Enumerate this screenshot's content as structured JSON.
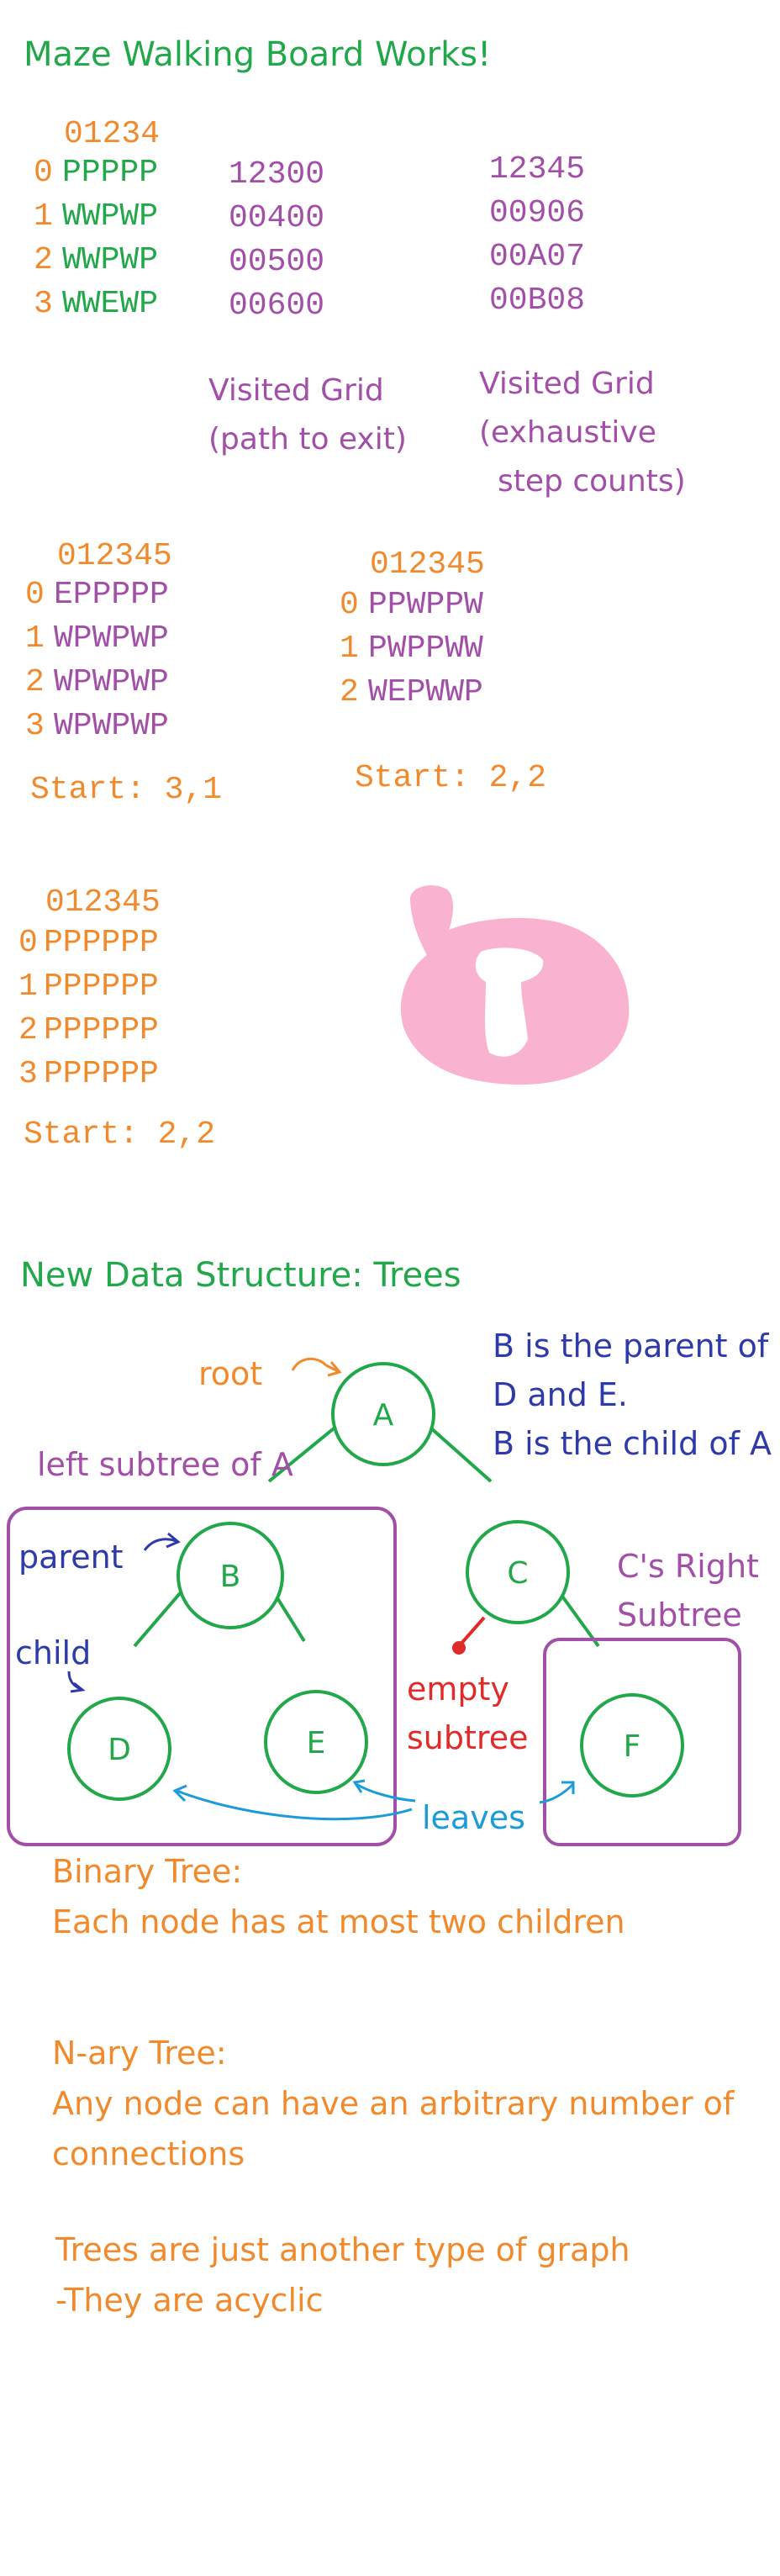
{
  "colors": {
    "green": "#22a74a",
    "orange": "#f08a2c",
    "purple": "#a24fa8",
    "blue": "#2e3aa8",
    "cyan": "#1b9bd8",
    "red": "#e02b2b",
    "pink": "#f9b2cf"
  },
  "maze": {
    "title": "Maze Walking Board Works!",
    "board": {
      "col_header": "01234",
      "row_labels": [
        "0",
        "1",
        "2",
        "3"
      ],
      "rows": [
        "PPPPP",
        "WWPWP",
        "WWPWP",
        "WWEWP"
      ]
    },
    "visited_path": {
      "rows": [
        "12300",
        "00400",
        "00500",
        "00600"
      ],
      "caption_line1": "Visited Grid",
      "caption_line2": "(path to exit)"
    },
    "visited_exhaustive": {
      "rows": [
        "12345",
        "00906",
        "00A07",
        "00B08"
      ],
      "caption_line1": "Visited Grid",
      "caption_line2": "(exhaustive",
      "caption_line3": "step counts)"
    }
  },
  "grids": {
    "grid_a": {
      "col_header": "012345",
      "row_labels": [
        "0",
        "1",
        "2",
        "3"
      ],
      "rows": [
        "EPPPPP",
        "WPWPWP",
        "WPWPWP",
        "WPWPWP"
      ],
      "start": "Start: 3,1"
    },
    "grid_b": {
      "col_header": "012345",
      "row_labels": [
        "0",
        "1",
        "2"
      ],
      "rows": [
        "PPWPPW",
        "PWPPWW",
        "WEPWWP"
      ],
      "start": "Start: 2,2"
    },
    "grid_c": {
      "col_header": "012345",
      "row_labels": [
        "0",
        "1",
        "2",
        "3"
      ],
      "rows": [
        "PPPPPP",
        "PPPPPP",
        "PPPPPP",
        "PPPPPP"
      ],
      "start": "Start: 2,2"
    }
  },
  "trees": {
    "title": "New Data Structure: Trees",
    "nodes": {
      "a": "A",
      "b": "B",
      "c": "C",
      "d": "D",
      "e": "E",
      "f": "F"
    },
    "labels": {
      "root": "root",
      "left_subtree": "left subtree of A",
      "parent": "parent",
      "child": "child",
      "empty_line1": "empty",
      "empty_line2": "subtree",
      "leaves": "leaves",
      "c_right_line1": "C's Right",
      "c_right_line2": "Subtree",
      "note_line1": "B is the parent of",
      "note_line2": "D and E.",
      "note_line3": "B is the child of A"
    },
    "binary_heading": "Binary Tree:",
    "binary_text": "Each node has at most two children",
    "nary_heading": "N-ary Tree:",
    "nary_line1": "Any node can have an arbitrary number of",
    "nary_line2": "connections",
    "graph_line1": "Trees are just another type of graph",
    "graph_line2": "-They are acyclic"
  }
}
